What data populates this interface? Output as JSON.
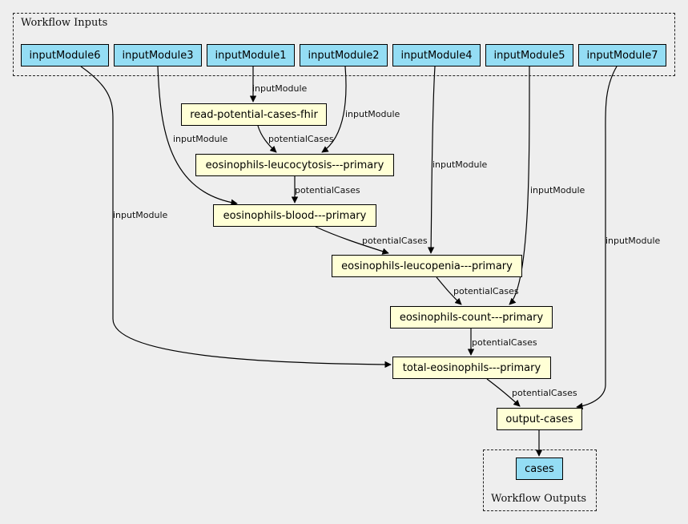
{
  "clusters": {
    "inputs_label": "Workflow Inputs",
    "outputs_label": "Workflow Outputs"
  },
  "colors": {
    "background": "#eeeeee",
    "input_fill": "#94ddf4",
    "step_fill": "#ffffd6"
  },
  "inputs": [
    {
      "id": "in6",
      "label": "inputModule6"
    },
    {
      "id": "in3",
      "label": "inputModule3"
    },
    {
      "id": "in1",
      "label": "inputModule1"
    },
    {
      "id": "in2",
      "label": "inputModule2"
    },
    {
      "id": "in4",
      "label": "inputModule4"
    },
    {
      "id": "in5",
      "label": "inputModule5"
    },
    {
      "id": "in7",
      "label": "inputModule7"
    }
  ],
  "steps": [
    {
      "id": "s_fhir",
      "label": "read-potential-cases-fhir"
    },
    {
      "id": "s_leucocytosis",
      "label": "eosinophils-leucocytosis---primary"
    },
    {
      "id": "s_blood",
      "label": "eosinophils-blood---primary"
    },
    {
      "id": "s_leucopenia",
      "label": "eosinophils-leucopenia---primary"
    },
    {
      "id": "s_count",
      "label": "eosinophils-count---primary"
    },
    {
      "id": "s_total",
      "label": "total-eosinophils---primary"
    },
    {
      "id": "s_output",
      "label": "output-cases"
    }
  ],
  "outputs": [
    {
      "id": "out_cases",
      "label": "cases"
    }
  ],
  "edges": [
    {
      "id": "e1",
      "from": "in1",
      "to": "s_fhir",
      "label": "inputModule"
    },
    {
      "id": "e2",
      "from": "s_fhir",
      "to": "s_leucocytosis",
      "label": "potentialCases"
    },
    {
      "id": "e3",
      "from": "in2",
      "to": "s_leucocytosis",
      "label": "inputModule"
    },
    {
      "id": "e4",
      "from": "in3",
      "to": "s_blood",
      "label": "inputModule"
    },
    {
      "id": "e5",
      "from": "s_leucocytosis",
      "to": "s_blood",
      "label": "potentialCases"
    },
    {
      "id": "e6",
      "from": "in4",
      "to": "s_leucopenia",
      "label": "inputModule"
    },
    {
      "id": "e7",
      "from": "s_blood",
      "to": "s_leucopenia",
      "label": "potentialCases"
    },
    {
      "id": "e8",
      "from": "in5",
      "to": "s_count",
      "label": "inputModule"
    },
    {
      "id": "e9",
      "from": "s_leucopenia",
      "to": "s_count",
      "label": "potentialCases"
    },
    {
      "id": "e10",
      "from": "in6",
      "to": "s_total",
      "label": "inputModule"
    },
    {
      "id": "e11",
      "from": "s_count",
      "to": "s_total",
      "label": "potentialCases"
    },
    {
      "id": "e12",
      "from": "in7",
      "to": "s_output",
      "label": "inputModule"
    },
    {
      "id": "e13",
      "from": "s_total",
      "to": "s_output",
      "label": "potentialCases"
    },
    {
      "id": "e14",
      "from": "s_output",
      "to": "out_cases",
      "label": ""
    }
  ]
}
